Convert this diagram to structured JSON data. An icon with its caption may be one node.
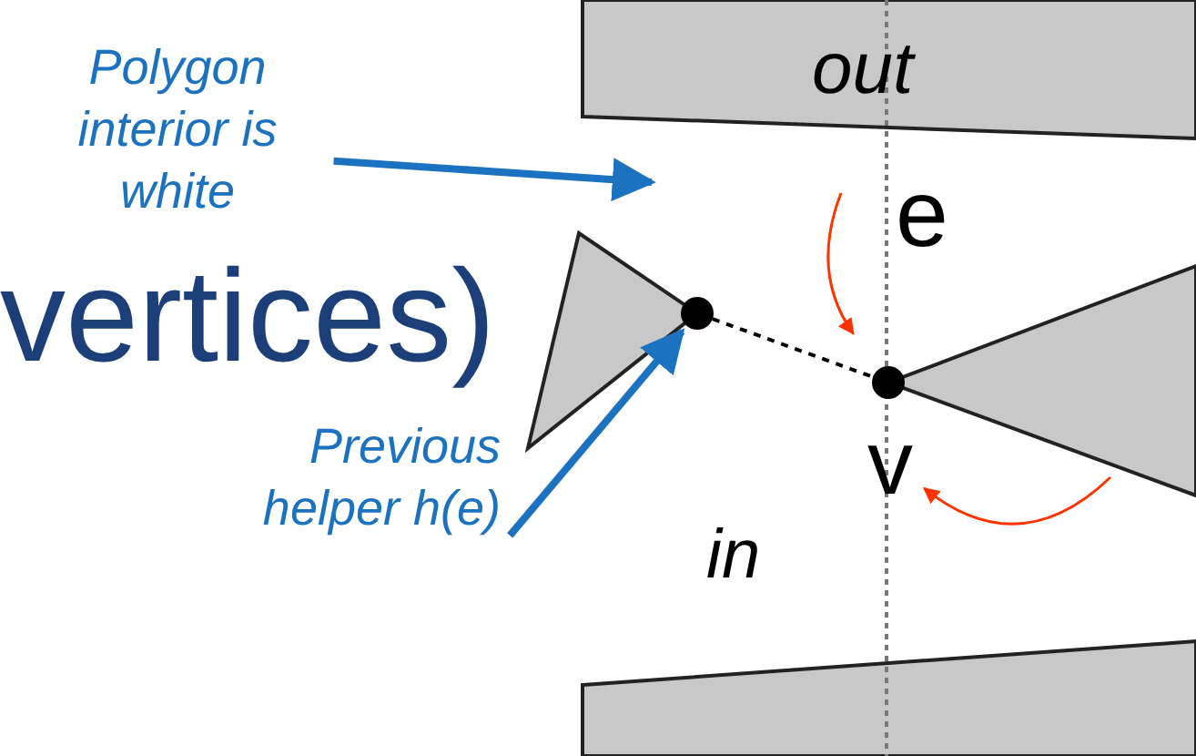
{
  "diagram": {
    "nodes": [
      {
        "text": [
          "Polygon interior is white"
        ]
      },
      {
        "text": [
          "Previous helper h(e)"
        ]
      },
      {
        "text": [],
        "shape": "circle"
      },
      {
        "text": [],
        "shape": "circle"
      },
      {
        "text": [
          "v"
        ]
      }
    ],
    "edges": [
      {
        "from": 0,
        "to": null,
        "arrow": "to",
        "style": "thick"
      },
      {
        "from": 1,
        "to": 2,
        "arrow": "to",
        "style": "thick"
      },
      {
        "from": 2,
        "to": 3,
        "arrow": "none",
        "style": "dashed",
        "color": "#000000"
      },
      {
        "from": null,
        "to": 3,
        "arrow": "to",
        "color": "#ff3300"
      },
      {
        "from": null,
        "to": 4,
        "arrow": "to",
        "color": "#ff3300"
      }
    ],
    "labels": [
      "vertices)",
      "out",
      "e",
      "in"
    ]
  }
}
